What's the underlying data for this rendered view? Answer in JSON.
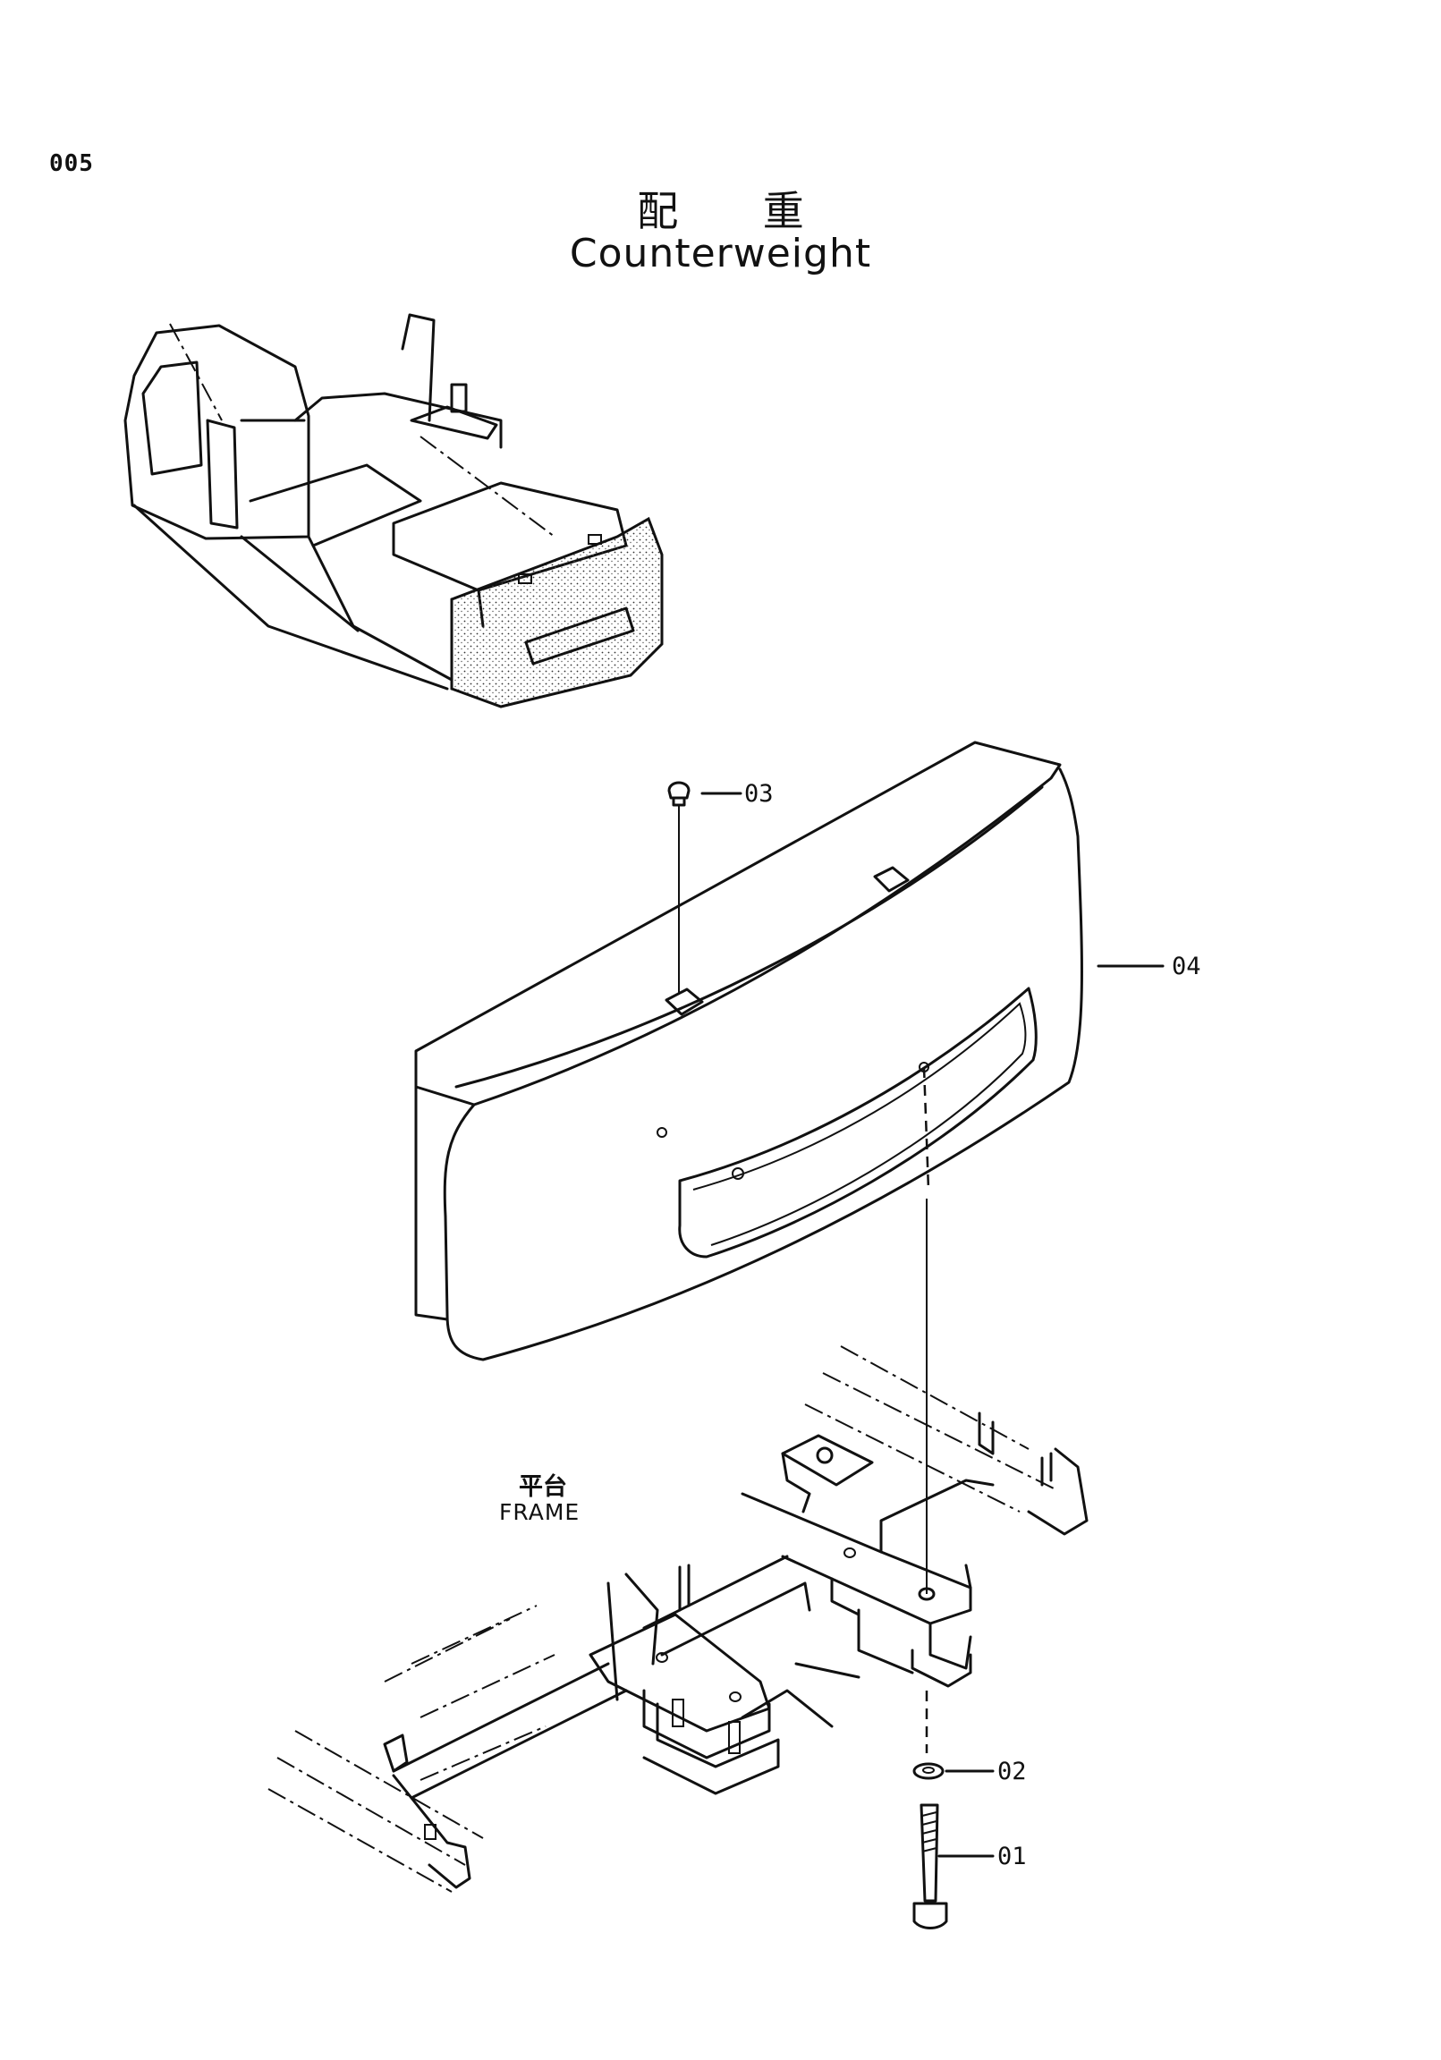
{
  "header": {
    "page_code": "005",
    "title_jp": "配 重",
    "title_en": "Counterweight"
  },
  "frame_label": {
    "jp": "平台",
    "en": "FRAME"
  },
  "callouts": [
    {
      "id": "03"
    },
    {
      "id": "04"
    },
    {
      "id": "02"
    },
    {
      "id": "01"
    }
  ]
}
